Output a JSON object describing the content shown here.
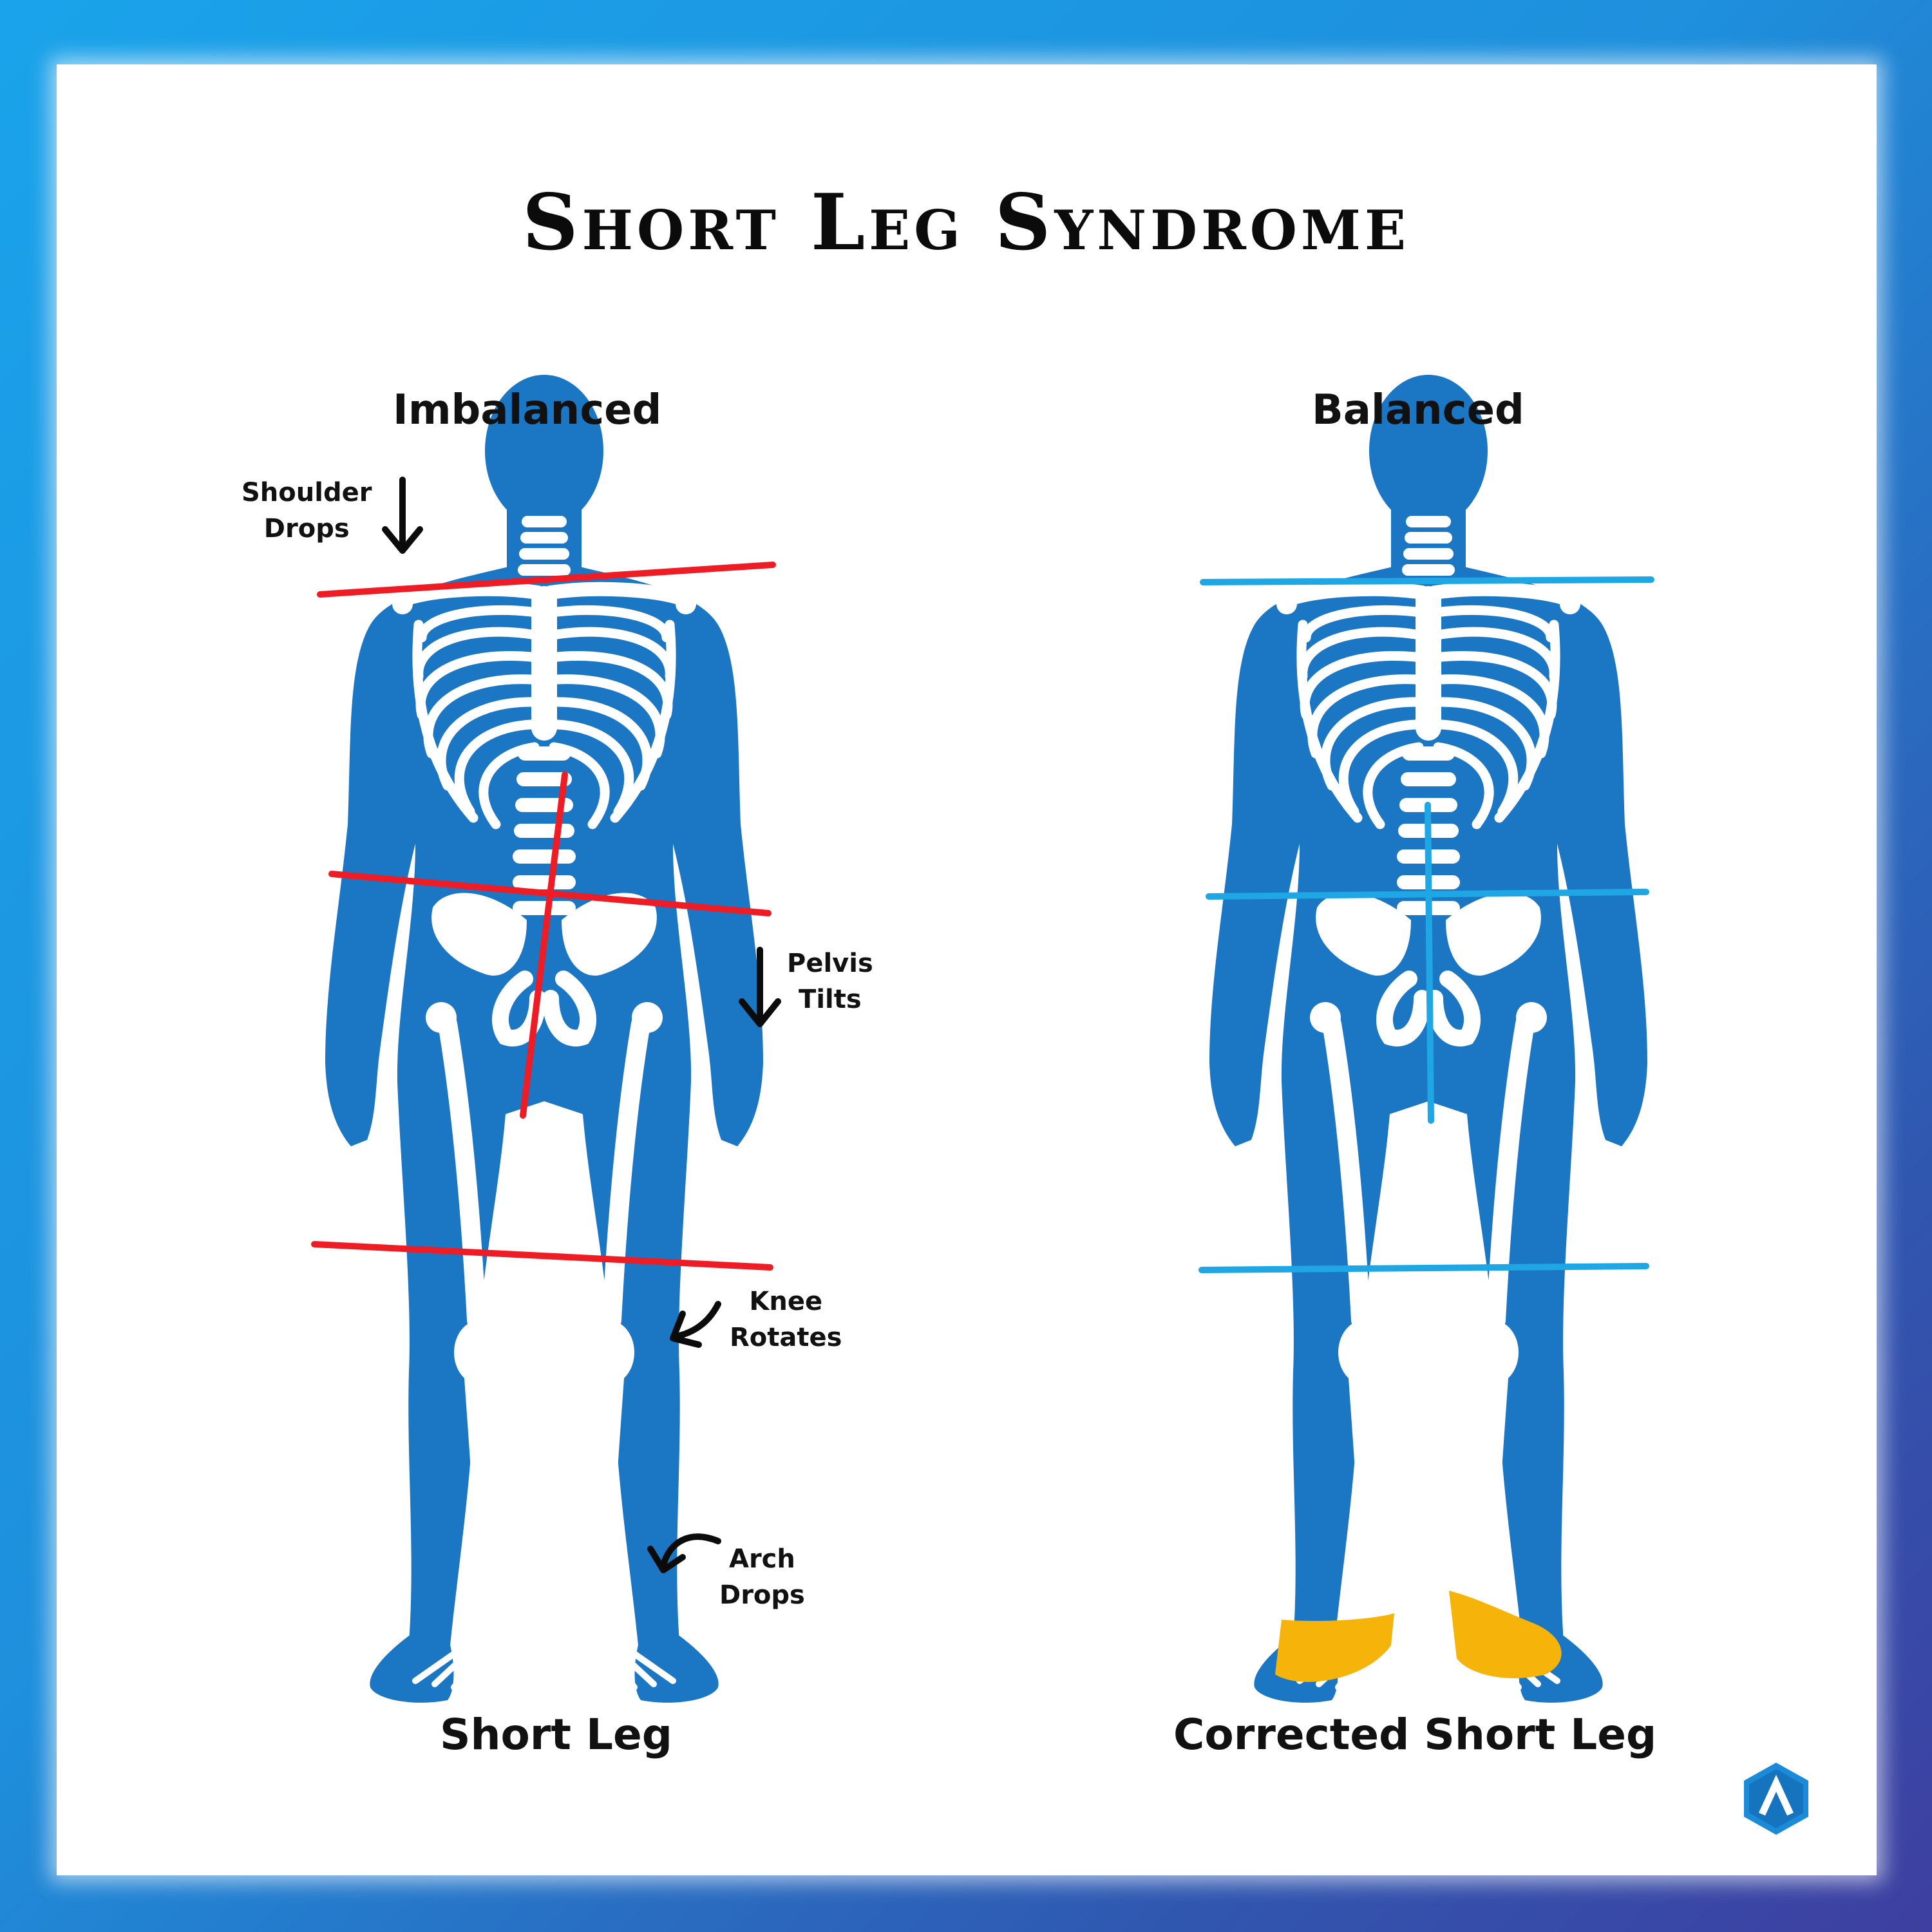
{
  "title": "Short Leg Syndrome",
  "left_figure": {
    "heading": "Imbalanced",
    "caption": "Short Leg",
    "annotations": {
      "shoulder": [
        "Shoulder",
        "Drops"
      ],
      "pelvis": [
        "Pelvis",
        "Tilts"
      ],
      "knee": [
        "Knee",
        "Rotates"
      ],
      "arch": [
        "Arch",
        "Drops"
      ]
    },
    "line_color": "#ee1c24"
  },
  "right_figure": {
    "heading": "Balanced",
    "caption": "Corrected Short Leg",
    "line_color": "#1ea7e4",
    "insole_color": "#f6b40b"
  },
  "colors": {
    "body": "#1b76c3",
    "bone": "#ffffff",
    "frame_start": "#1aa3ea",
    "frame_end": "#3e3fa0"
  },
  "logo_icon": "hexagon-a-logo"
}
